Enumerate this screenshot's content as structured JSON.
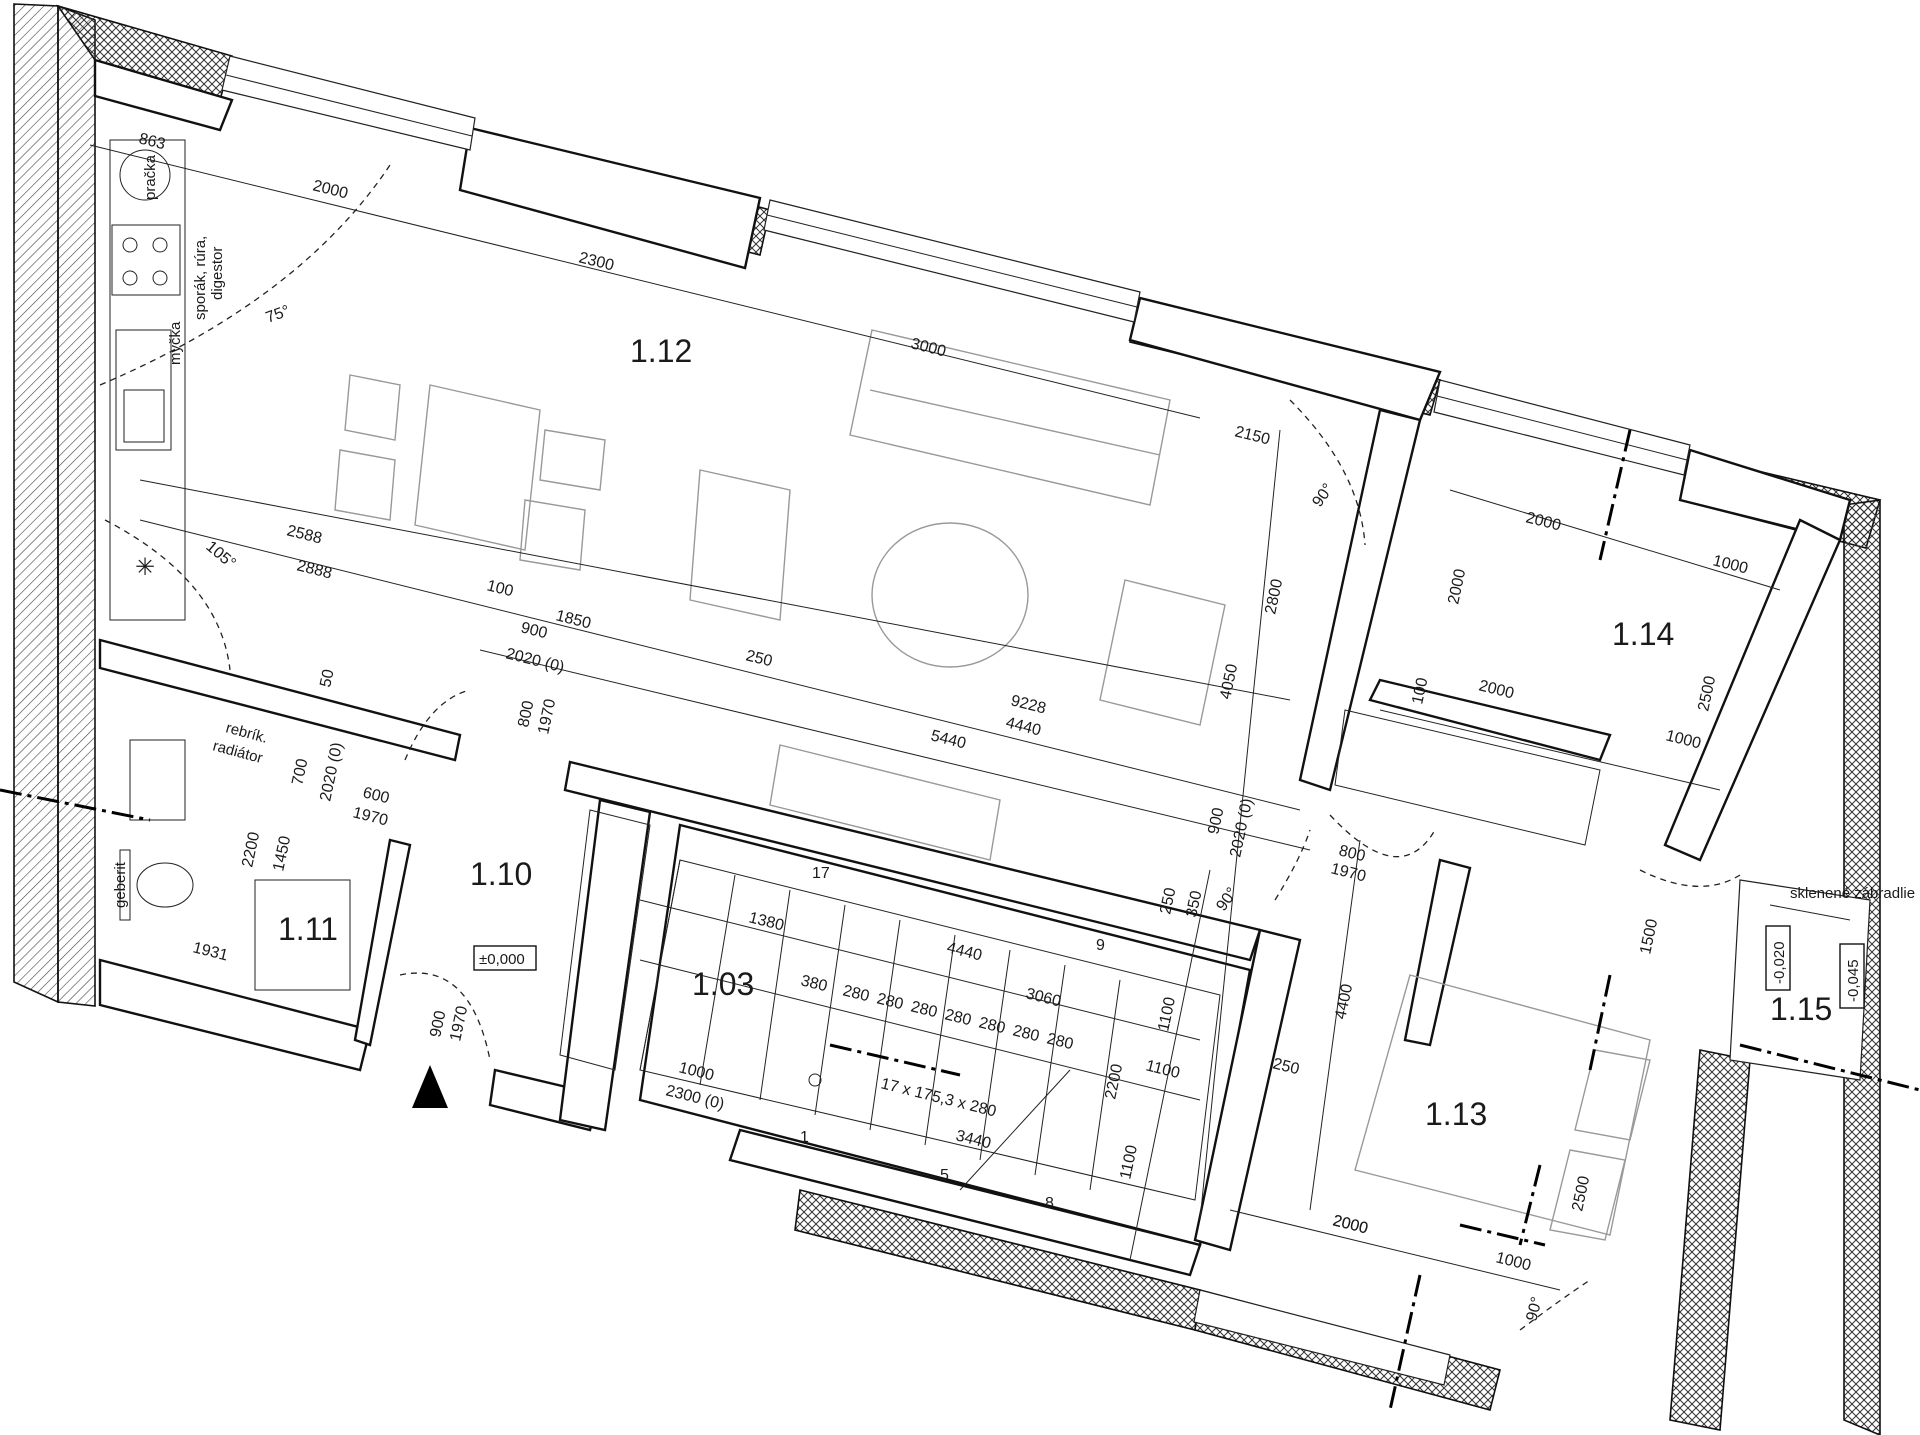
{
  "rooms": {
    "r112": "1.12",
    "r114": "1.14",
    "r110": "1.10",
    "r111": "1.11",
    "r103": "1.03",
    "r113": "1.13",
    "r115": "1.15"
  },
  "labels": {
    "pracka": "pračka",
    "sporak": "sporák, rúra,",
    "digestor": "digestor",
    "mycka": "myčka",
    "rebrik": "rebrík.",
    "radiator": "radiátor",
    "geberit": "geberit",
    "zabradlie": "sklenené zábradlie",
    "zero_level": "±0,000",
    "level_a": "-0,020",
    "level_b": "-0,045",
    "stair_spec": "17 x 175,3 x 280"
  },
  "angles": {
    "a75": "75°",
    "a105": "105°",
    "a90a": "90°",
    "a90b": "90°",
    "a90c": "90°"
  },
  "dimensions": {
    "d863": "863",
    "d2000a": "2000",
    "d2300": "2300",
    "d3000": "3000",
    "d2150": "2150",
    "d2588": "2588",
    "d2888": "2888",
    "d100a": "100",
    "d1850": "1850",
    "d900a": "900",
    "d2020a": "2020 (0)",
    "d250a": "250",
    "d9228": "9228",
    "d4440a": "4440",
    "d5440": "5440",
    "d2800": "2800",
    "d4050": "4050",
    "d50": "50",
    "d800a": "800",
    "d1970a": "1970",
    "d700": "700",
    "d2020b": "2020 (0)",
    "d600": "600",
    "d1970b": "1970",
    "d2200": "2200",
    "d1450": "1450",
    "d1931": "1931",
    "d900b": "900",
    "d1970c": "1970",
    "d1380": "1380",
    "d4440b": "4440",
    "d3060": "3060",
    "s17": "17",
    "s9": "9",
    "s1": "1",
    "s5": "5",
    "s8": "8",
    "d380": "380",
    "t1": "280",
    "t2": "280",
    "t3": "280",
    "t4": "280",
    "t5": "280",
    "t6": "280",
    "t7": "280",
    "d1000a": "1000",
    "d2300b": "2300 (0)",
    "d3440": "3440",
    "d2200b": "2200",
    "d1100a": "1100",
    "d1100b": "1100",
    "d1100c": "1100",
    "d250b": "250",
    "d250c": "250",
    "d350": "350",
    "d900c": "900",
    "d2020c": "2020 (0)",
    "d800b": "800",
    "d1970d": "1970",
    "d4400": "4400",
    "d2000b": "2000",
    "d2000c": "2000",
    "d1000b": "1000",
    "d2000d": "2000",
    "d100b": "100",
    "d2000e": "2000",
    "d2500a": "2500",
    "d1000c": "1000",
    "d1500": "1500",
    "d2000f": "2000",
    "d2500b": "2500",
    "d1000d": "1000"
  },
  "colors": {
    "line": "#111111",
    "furniture": "#999999",
    "background": "#ffffff"
  }
}
